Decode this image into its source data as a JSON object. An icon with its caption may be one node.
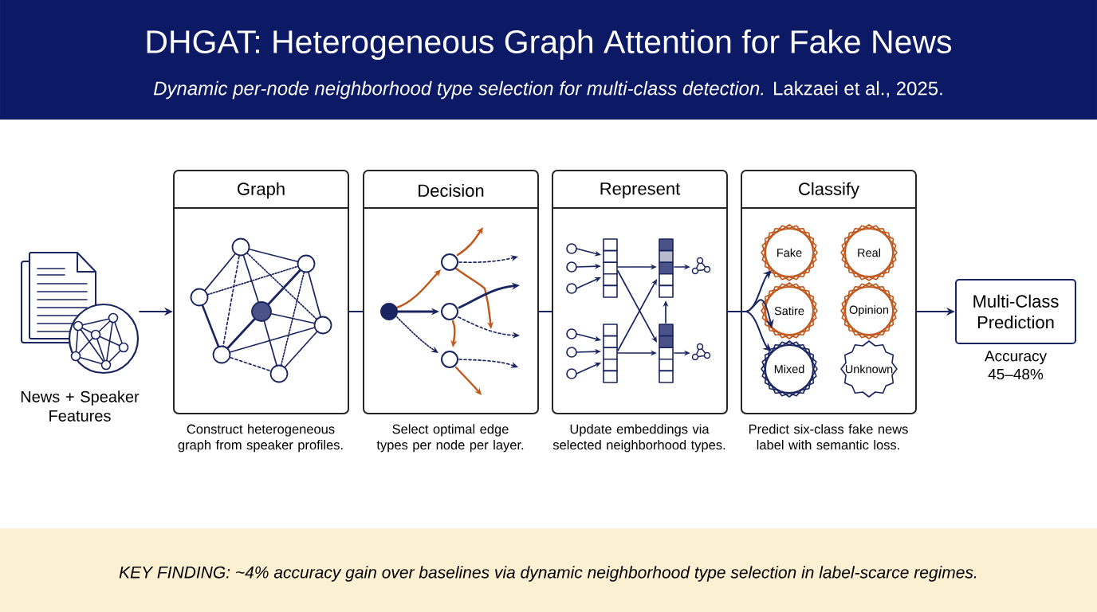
{
  "diagram": {
    "title": "DHGAT: Heterogeneous Graph Attention for Fake News",
    "caption": "KEY FINDING: ~4% accuracy gain over baselines via dynamic neighborhood type selection in label-scarce regimes.",
    "nodes": [
      {
        "text": [],
        "shape": "picture",
        "beside": [
          "News + Speaker Features"
        ]
      },
      {
        "text": [
          "Graph"
        ],
        "beside": [
          "Construct heterogeneous graph from speaker profiles."
        ]
      },
      {
        "text": [
          "Decision"
        ],
        "beside": [
          "Select optimal edge types per node per layer."
        ]
      },
      {
        "text": [
          "Represent"
        ],
        "beside": [
          "Update embeddings via selected neighborhood types."
        ]
      },
      {
        "text": [
          "Classify"
        ],
        "beside": [
          "Predict six-class fake news label with semantic loss."
        ]
      },
      {
        "text": [
          "Fake"
        ],
        "in": 4
      },
      {
        "text": [
          "Real"
        ],
        "in": 4
      },
      {
        "text": [
          "Satire"
        ],
        "in": 4
      },
      {
        "text": [
          "Opinion"
        ],
        "in": 4
      },
      {
        "text": [
          "Mixed"
        ],
        "in": 4
      },
      {
        "text": [
          "Unknown"
        ],
        "in": 4
      },
      {
        "text": [
          "Multi-Class Prediction"
        ],
        "beside": [
          "Accuracy 45–48%"
        ]
      }
    ],
    "edges": [
      {
        "from": 0,
        "to": 1,
        "arrow": "to"
      },
      {
        "from": 1,
        "to": 2,
        "arrow": "none"
      },
      {
        "from": 2,
        "to": 3,
        "arrow": "none"
      },
      {
        "from": 3,
        "to": 5,
        "arrow": "to"
      },
      {
        "from": 3,
        "to": 7,
        "arrow": "to"
      },
      {
        "from": 3,
        "to": 9,
        "arrow": "to"
      },
      {
        "from": 4,
        "to": 11,
        "arrow": "to"
      }
    ],
    "labels": [
      "*Dynamic per-node neighborhood type selection for multi-class detection.* Lakzaei et al., 2025."
    ]
  }
}
